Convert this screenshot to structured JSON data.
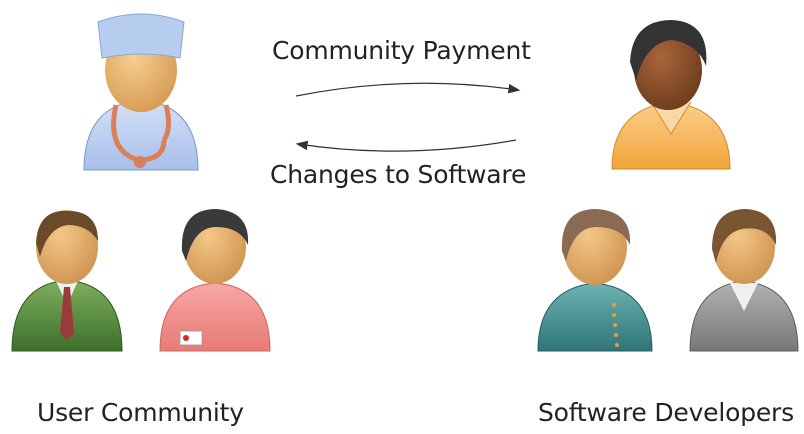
{
  "diagram": {
    "top_arrow_label": "Community Payment",
    "bottom_arrow_label": "Changes to Software",
    "left_group_label": "User Community",
    "right_group_label": "Software Developers"
  },
  "people": [
    {
      "role": "doctor",
      "icon": "doctor-icon"
    },
    {
      "role": "woman",
      "icon": "woman-icon"
    },
    {
      "role": "businessman",
      "icon": "businessman-icon"
    },
    {
      "role": "nurse",
      "icon": "nurse-icon"
    },
    {
      "role": "developer-teal",
      "icon": "developer-icon"
    },
    {
      "role": "developer-gray",
      "icon": "developer-icon"
    }
  ],
  "colors": {
    "skin_light": "#e8b26e",
    "skin_dark": "#8a4f2a",
    "doctor_coat": "#b9cdee",
    "woman_jacket": "#f7b84e",
    "businessman_suit": "#4f8a3a",
    "nurse_top": "#f08a86",
    "dev_teal": "#3f8f92",
    "dev_gray": "#8d8d8d",
    "stethoscope": "#d9805a"
  }
}
